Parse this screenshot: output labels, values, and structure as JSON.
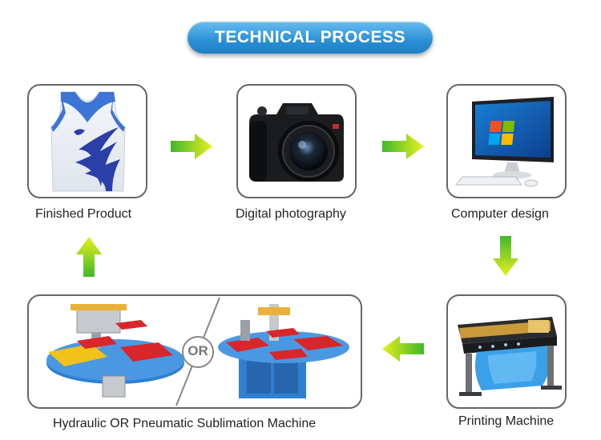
{
  "title": "TECHNICAL PROCESS",
  "steps": [
    {
      "label": "Finished Product",
      "icon": "jersey-icon"
    },
    {
      "label": "Digital photography",
      "icon": "camera-icon"
    },
    {
      "label": "Computer design",
      "icon": "computer-icon"
    },
    {
      "label": "Printing Machine",
      "icon": "printer-icon"
    },
    {
      "label": "Hydraulic OR Pneumatic Sublimation Machine",
      "icon": "heat-press-icon"
    }
  ],
  "or_text": "OR",
  "colors": {
    "title_blue": "#2a8fd6",
    "arrow_green": "#3fb92a",
    "arrow_yellow": "#e8ef1e",
    "press_blue": "#2f7fd2",
    "press_red": "#d9262b"
  }
}
